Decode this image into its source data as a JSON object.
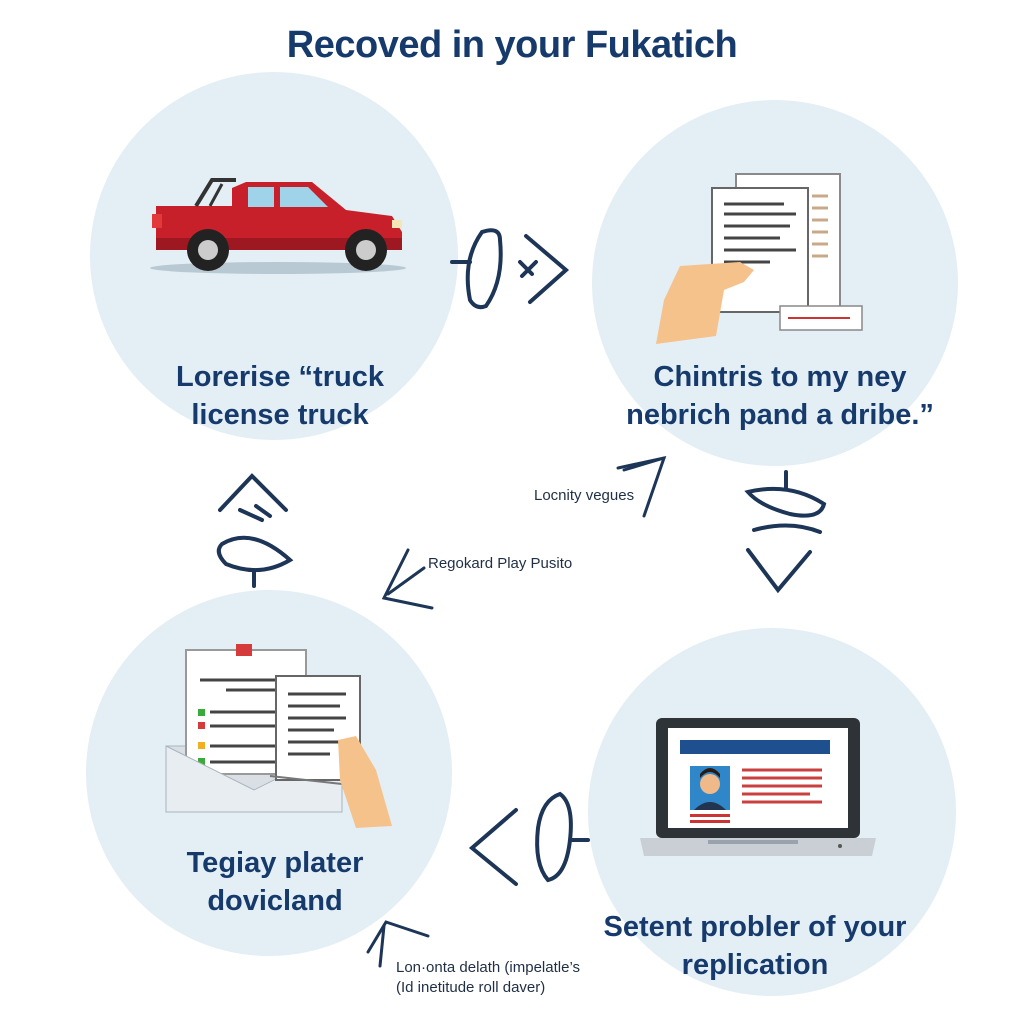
{
  "title": "Recoved in your Fukatich",
  "steps": [
    {
      "label": "Lorerise “truck\nlicense truck"
    },
    {
      "label": "Chintris to my ney\nnebrich pand a dribe.”"
    },
    {
      "label": "Tegiay plater\ndovicland"
    },
    {
      "label": "Setent probler of your\nreplication"
    }
  ],
  "notes": [
    {
      "text": "Locnity vegues"
    },
    {
      "text": "Regokard Play Pusito"
    },
    {
      "text": "Lon·onta delath (impelatle’s\n(Id inetitude roll daver)"
    }
  ],
  "icons": [
    "pickup-truck-icon",
    "document-in-hand-icon",
    "envelope-documents-icon",
    "laptop-profile-icon"
  ],
  "colors": {
    "title": "#163a6b",
    "circle": "#e3eff5",
    "truck": "#c8202a",
    "arrow": "#1d3557",
    "skin": "#f6c28b"
  }
}
